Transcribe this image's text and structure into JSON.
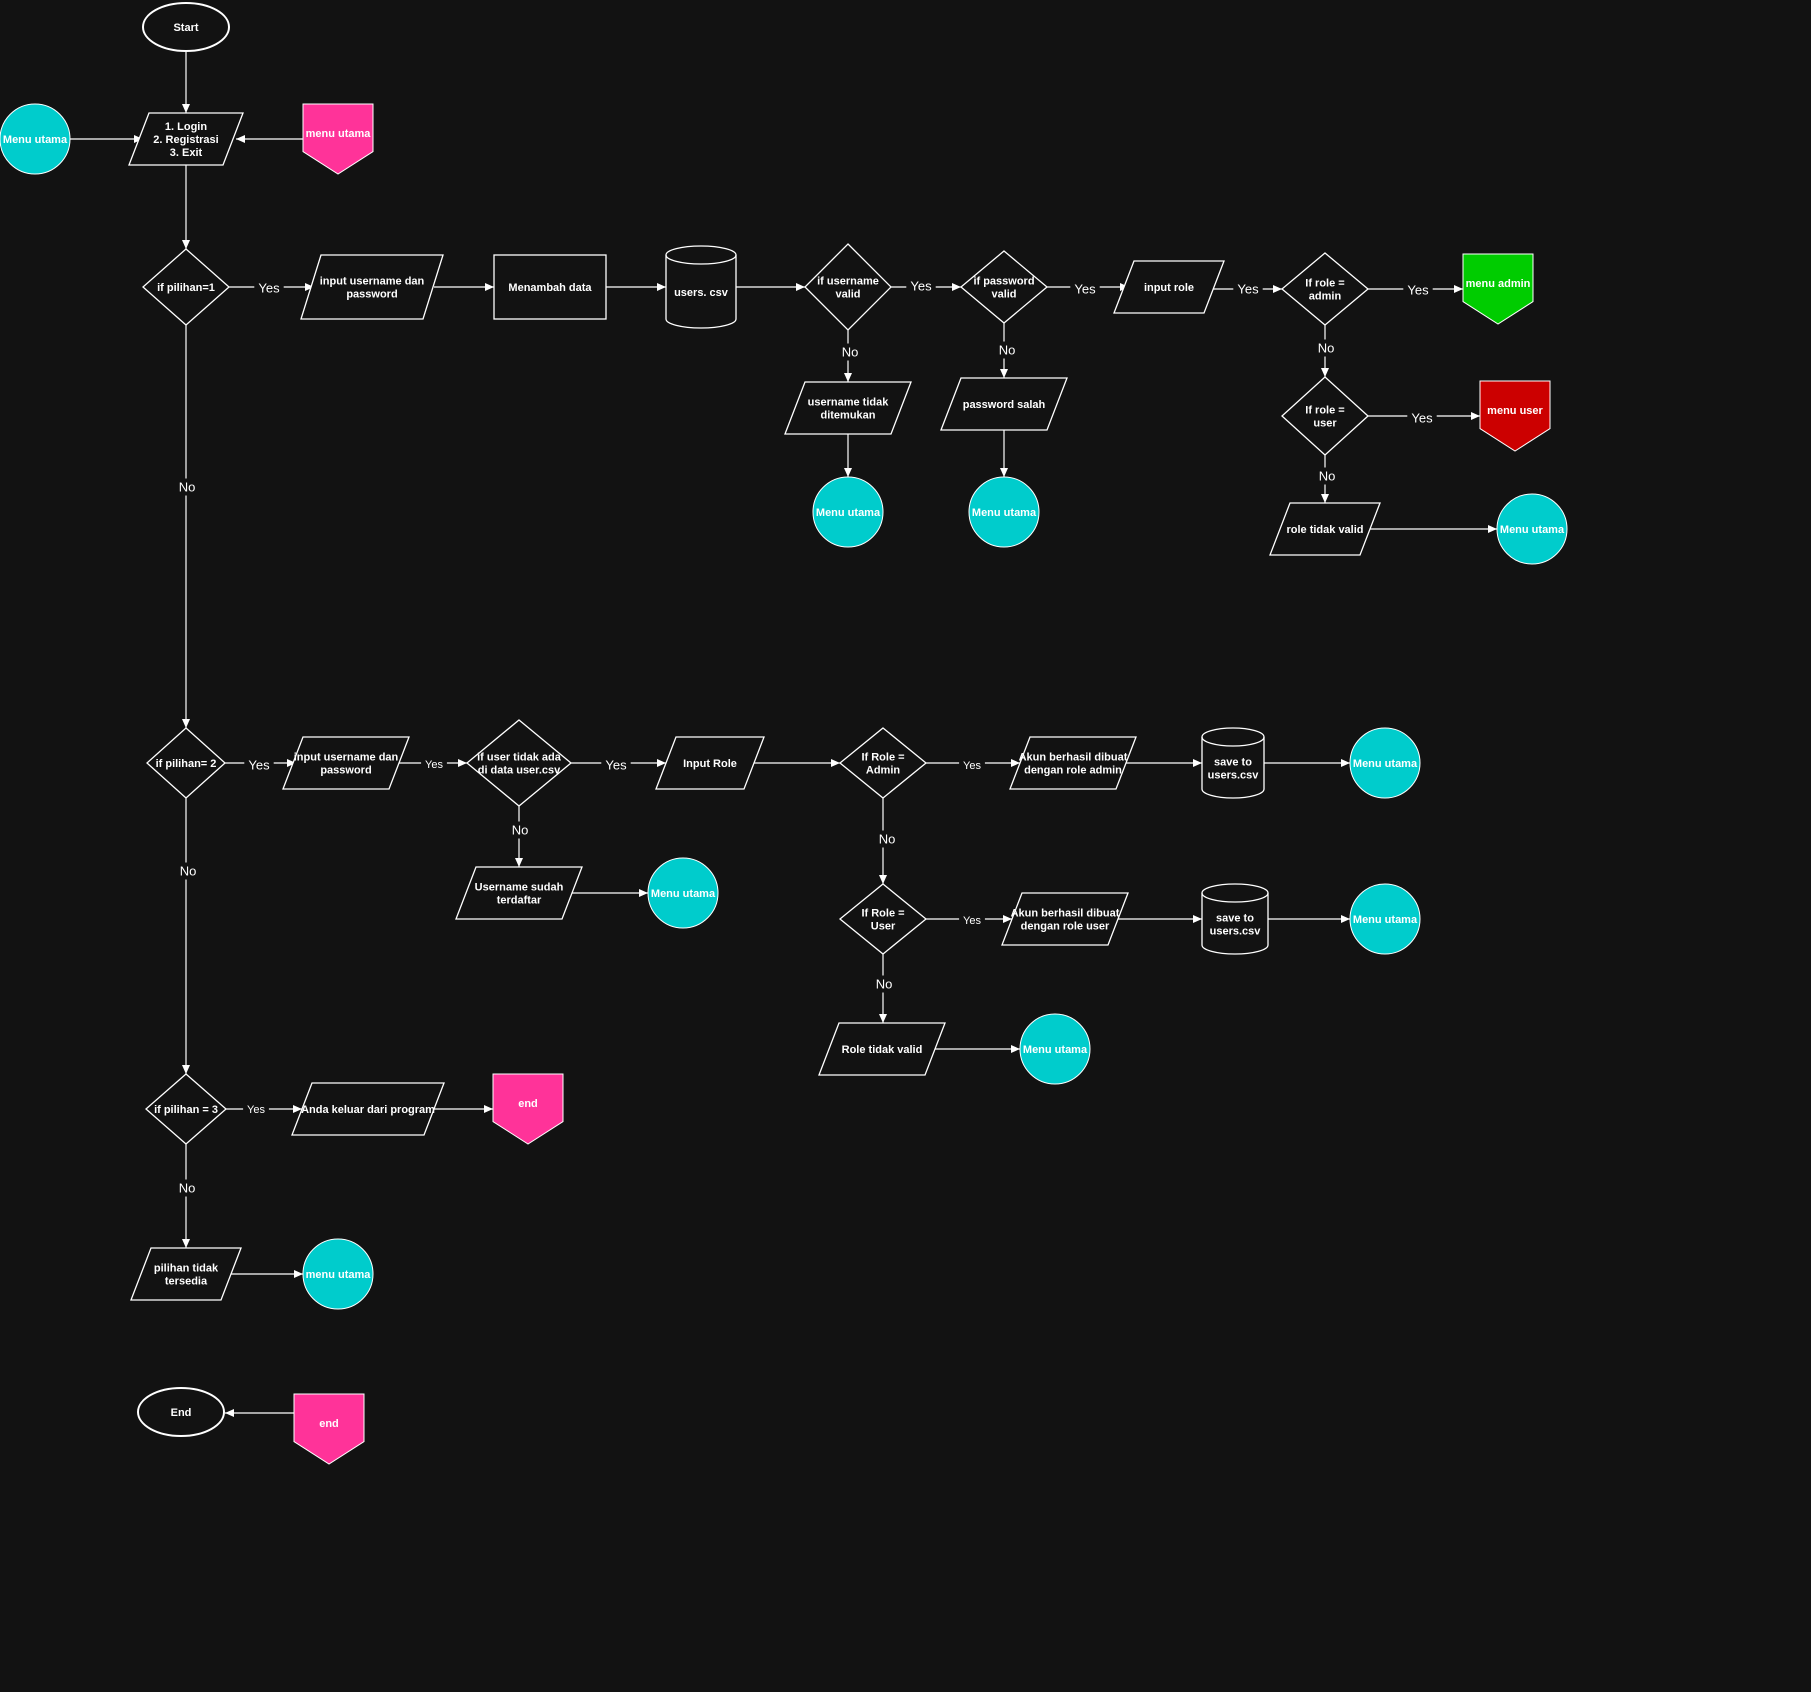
{
  "colors": {
    "background": "#121212",
    "stroke": "#ffffff",
    "connector_cyan": "#00cccc",
    "offpage_pink": "#ff3399",
    "offpage_green": "#00cc00",
    "offpage_red": "#cc0000"
  },
  "nodes": {
    "start": "Start",
    "main_menu": [
      "1. Login",
      "2. Registrasi",
      "3. Exit"
    ],
    "menu_utama_left": "Menu utama",
    "menu_utama_pink": "menu utama",
    "if_pilihan_1": "if pilihan=1",
    "login_input": [
      "input username dan",
      "password"
    ],
    "menambah_data": "Menambah data",
    "users_csv_login": "users. csv",
    "if_username_valid": [
      "if username",
      "valid"
    ],
    "if_password_valid": [
      "if password",
      "valid"
    ],
    "input_role": "input role",
    "if_role_admin": [
      "If role =",
      "admin"
    ],
    "menu_admin": "menu admin",
    "username_not_found": [
      "username tidak",
      "ditemukan"
    ],
    "password_salah": "password salah",
    "menu_utama_login_1": "Menu utama",
    "menu_utama_login_2": "Menu utama",
    "if_role_user": [
      "If role =",
      "user"
    ],
    "menu_user": "menu  user",
    "role_tidak_valid": "role tidak valid",
    "menu_utama_login_3": "Menu utama",
    "if_pilihan_2": "if pilihan= 2",
    "reg_input": [
      "input username dan",
      "password"
    ],
    "if_user_not_exist": [
      "if user tidak ada",
      "di data user.csv"
    ],
    "input_role_reg": "Input Role",
    "if_role_admin_reg": [
      "If Role =",
      "Admin"
    ],
    "akun_admin": [
      "Akun berhasil dibuat",
      "dengan role admin"
    ],
    "save_users_1": [
      "save to",
      "users.csv"
    ],
    "menu_utama_reg_1": "Menu utama",
    "username_sudah": [
      "Username sudah",
      "terdaftar"
    ],
    "menu_utama_reg_2": "Menu utama",
    "if_role_user_reg": [
      "If Role =",
      "User"
    ],
    "akun_user": [
      "Akun berhasil dibuat",
      "dengan role user"
    ],
    "save_users_2": [
      "save to",
      "users.csv"
    ],
    "menu_utama_reg_3": "Menu utama",
    "role_tidak_valid_reg": "Role tidak valid",
    "menu_utama_reg_4": "Menu utama",
    "if_pilihan_3": "if pilihan = 3",
    "keluar": "Anda keluar dari program",
    "end_pink_1": "end",
    "pilihan_tidak": [
      "pilihan tidak",
      "tersedia"
    ],
    "menu_utama_bottom": "menu utama",
    "end_terminal": "End",
    "end_pink_2": "end"
  },
  "edge_labels": {
    "p1_yes": "Yes",
    "p1_no": "No",
    "uname_yes": "Yes",
    "uname_no": "No",
    "pwd_yes": "Yes",
    "pwd_no": "No",
    "role_yes": "Yes",
    "admin_yes": "Yes",
    "admin_no": "No",
    "user_yes": "Yes",
    "user_no": "No",
    "p2_yes": "Yes",
    "p2_no": "No",
    "reg_yes": "Yes",
    "exist_yes": "Yes",
    "exist_no": "No",
    "radmin_yes": "Yes",
    "radmin_no": "No",
    "ruser_yes": "Yes",
    "ruser_no": "No",
    "p3_yes": "Yes",
    "p3_no": "No"
  }
}
